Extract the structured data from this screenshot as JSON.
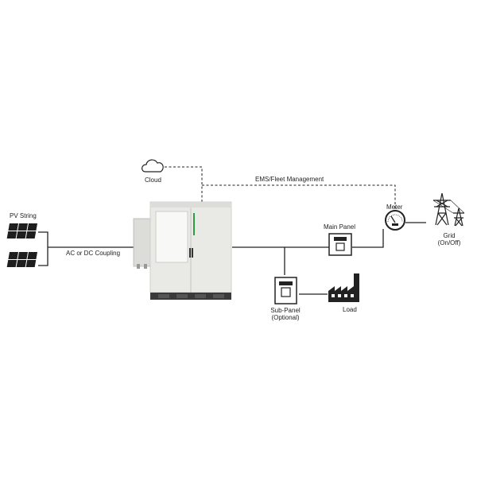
{
  "labels": {
    "pv_string": "PV String",
    "coupling": "AC or DC Coupling",
    "cloud": "Cloud",
    "ems": "EMS/Fleet Management",
    "meter": "Meter",
    "main_panel": "Main Panel",
    "grid_line1": "Grid",
    "grid_line2": "(On/Off)",
    "sub_panel_line1": "Sub-Panel",
    "sub_panel_line2": "(Optional)",
    "load": "Load"
  },
  "icons": [
    "solar-panel-icon",
    "cloud-icon",
    "battery-cabinet-icon",
    "meter-icon",
    "panel-icon",
    "factory-icon",
    "transmission-tower-icon"
  ],
  "colors": {
    "line": "#222222",
    "cabinet": "#e9e9e6",
    "accent": "#2e9b45",
    "base": "#3a3a3a"
  }
}
